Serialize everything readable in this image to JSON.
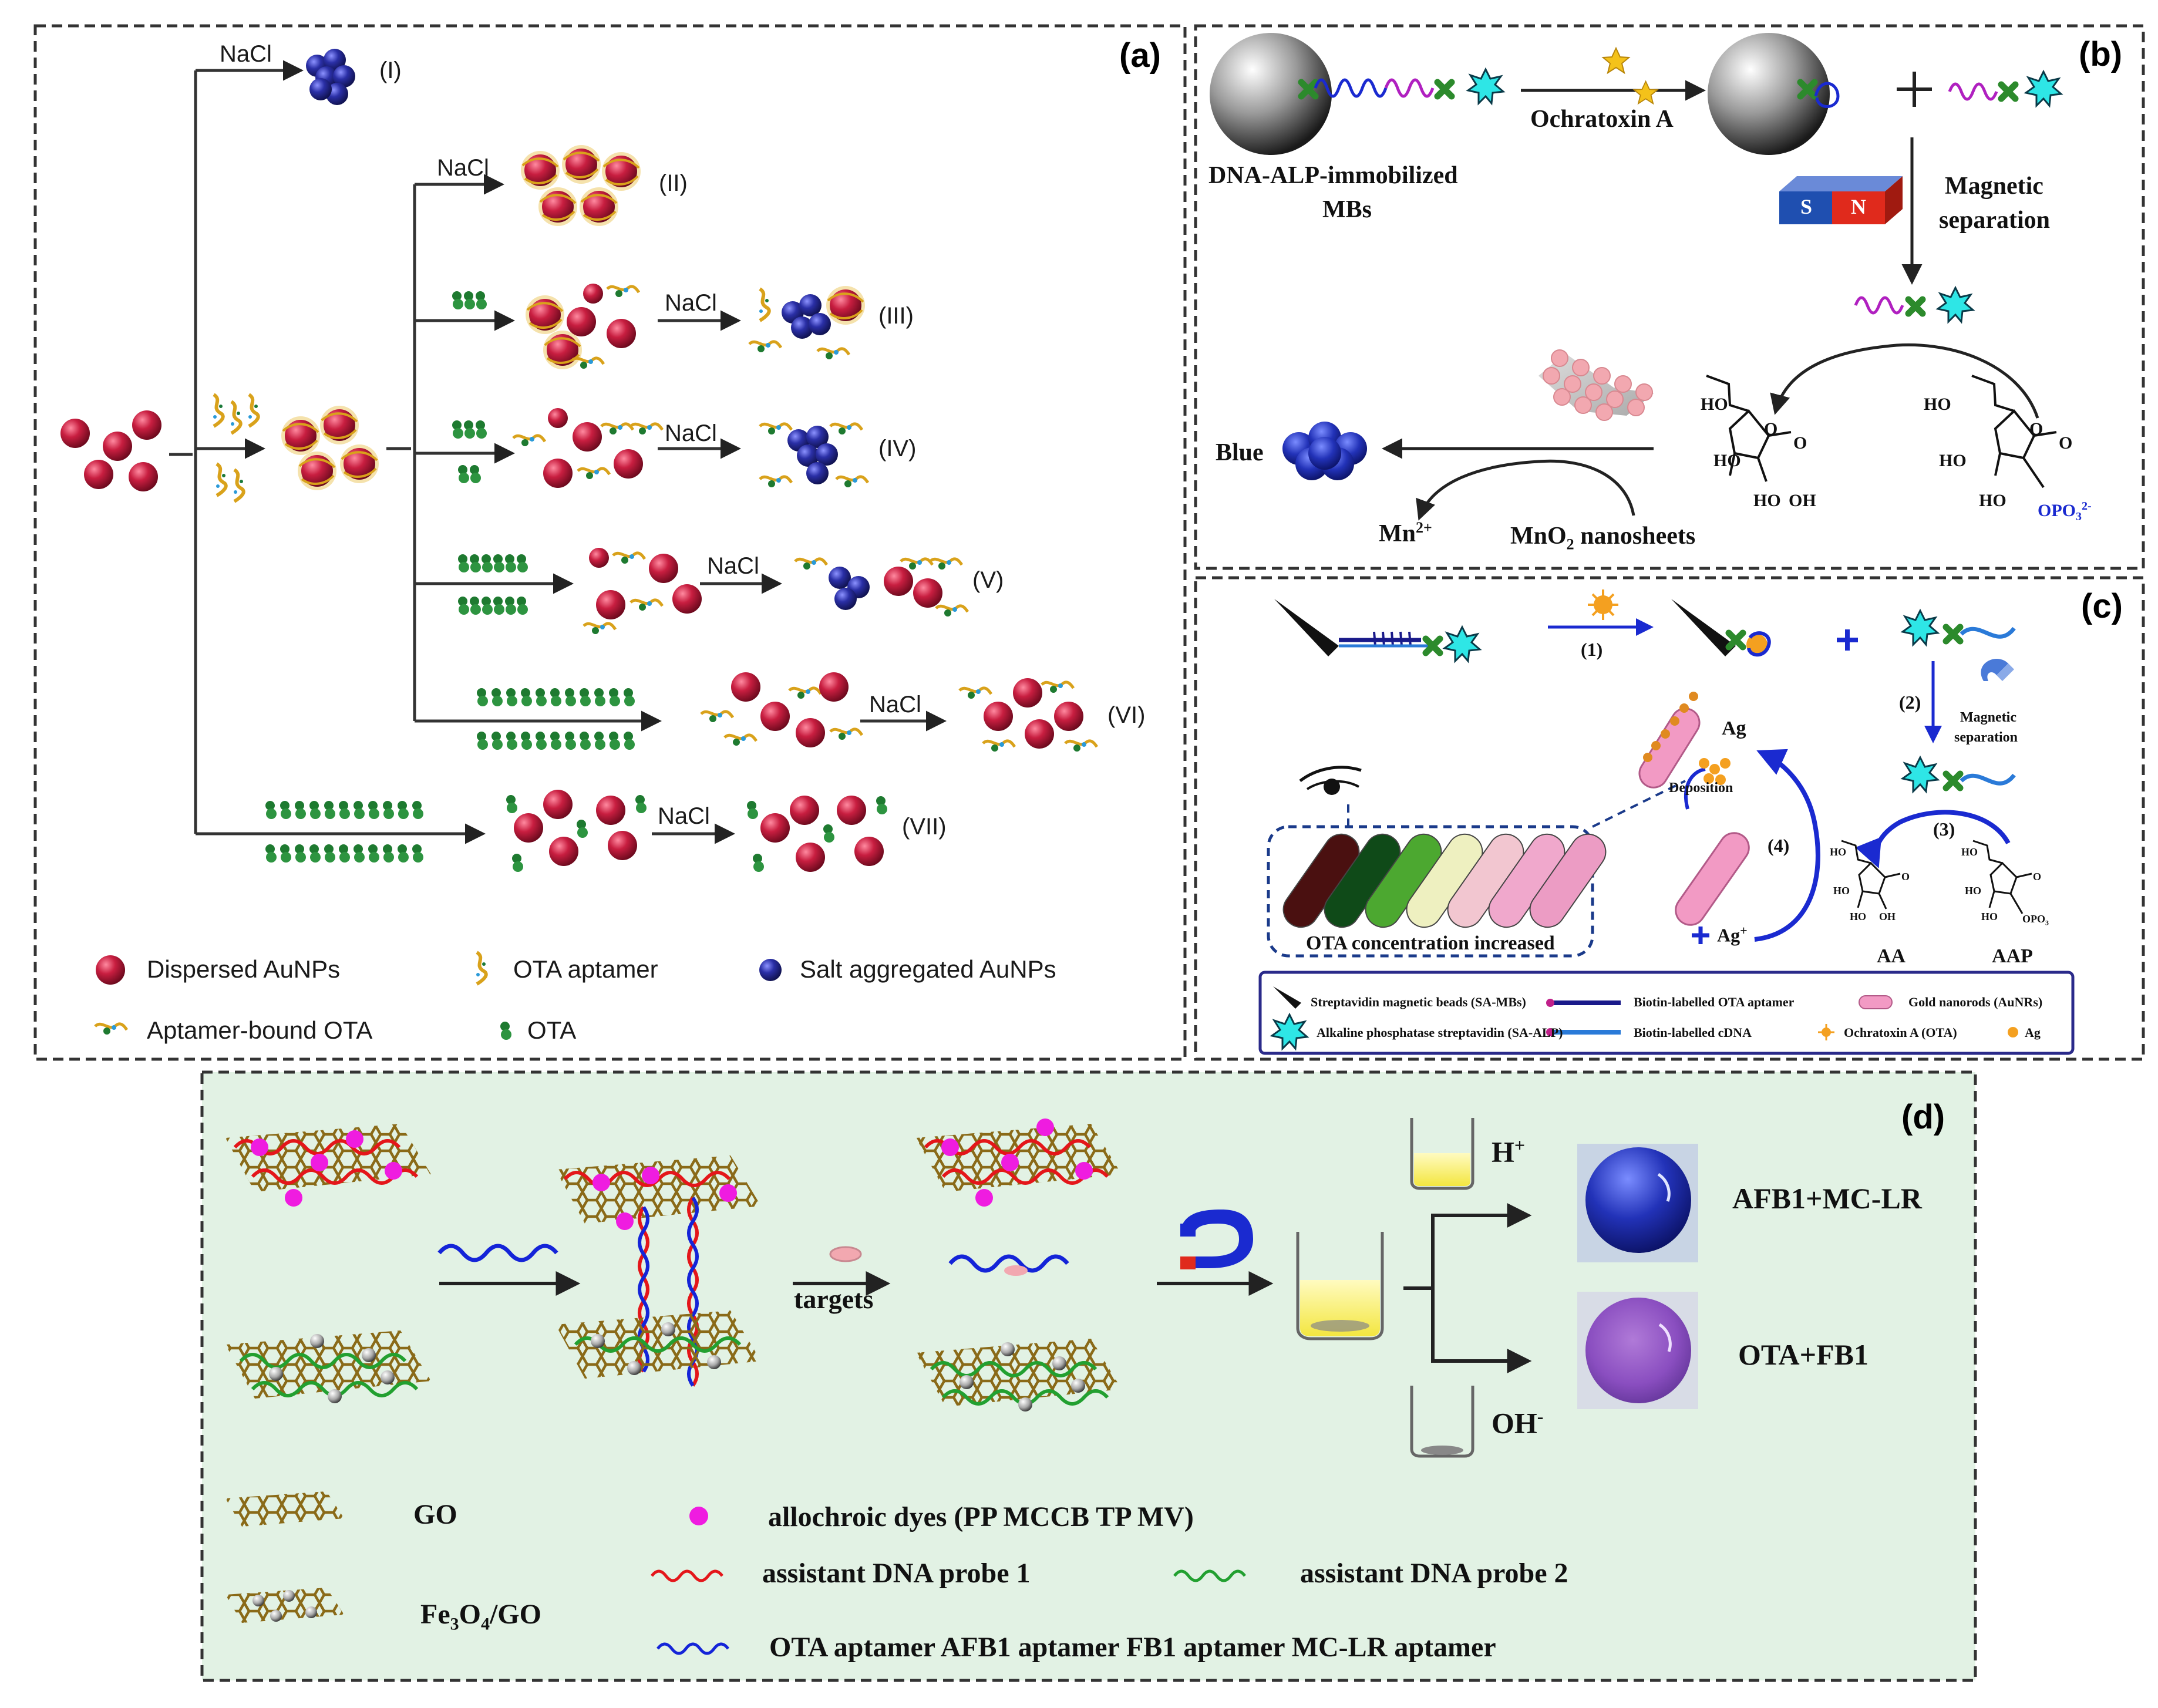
{
  "panel_labels": {
    "a": "(a)",
    "b": "(b)",
    "c": "(c)",
    "d": "(d)"
  },
  "panel_a": {
    "nacl": "NaCl",
    "roman": [
      "(I)",
      "(II)",
      "(III)",
      "(IV)",
      "(V)",
      "(VI)",
      "(VII)"
    ],
    "legend": {
      "dispersed": "Dispersed AuNPs",
      "aptamer": "OTA aptamer",
      "salt": "Salt aggregated AuNPs",
      "bound": "Aptamer-bound OTA",
      "ota": "OTA"
    }
  },
  "panel_b": {
    "mbs_line1": "DNA-ALP-immobilized",
    "mbs_line2": "MBs",
    "ochratoxin": "Ochratoxin A",
    "magnet_s": "S",
    "magnet_n": "N",
    "magnetic_line1": "Magnetic",
    "magnetic_line2": "separation",
    "blue": "Blue",
    "mn": "Mn",
    "mn_sup": "2+",
    "mno2_a": "MnO",
    "mno2_sub": "2",
    "mno2_b": " nanosheets",
    "ho": "HO",
    "oh": "OH",
    "o": "O",
    "opo3": "OPO",
    "opo3_sub": "3",
    "opo3_sup": "2-"
  },
  "panel_c": {
    "step1": "(1)",
    "step2": "(2)",
    "step3": "(3)",
    "step4": "(4)",
    "magnetic_line1": "Magnetic",
    "magnetic_line2": "separation",
    "ag": "Ag",
    "deposition": "Deposition",
    "ag_plus": "Ag",
    "ag_plus_sup": "+",
    "ota_increase": "OTA concentration increased",
    "aa": "AA",
    "aap": "AAP",
    "legend": {
      "sa_mbs": "Streptavidin magnetic beads (SA-MBs)",
      "sa_alp": "Alkaline phosphatase streptavidin (SA-ALP)",
      "biotin_aptamer": "Biotin-labelled OTA aptamer",
      "biotin_cdna": "Biotin-labelled cDNA",
      "aunrs": "Gold nanorods (AuNRs)",
      "ota": "Ochratoxin A (OTA)",
      "ag": "Ag"
    },
    "rod_colors": [
      "#4a1010",
      "#0f4a18",
      "#4ca830",
      "#eef0c0",
      "#f2c6d0",
      "#f0a8cc",
      "#ec9cc4"
    ]
  },
  "panel_d": {
    "targets": "targets",
    "h_plus": "H",
    "h_plus_sup": "+",
    "oh_minus": "OH",
    "oh_minus_sup": "-",
    "result1": "AFB1+MC-LR",
    "result2": "OTA+FB1",
    "legend": {
      "go": "GO",
      "fe3o4_a": "Fe",
      "fe3o4_sub1": "3",
      "fe3o4_b": "O",
      "fe3o4_sub2": "4",
      "fe3o4_c": "/GO",
      "dyes": "allochroic dyes (PP MCCB TP MV)",
      "probe1": "assistant DNA probe 1",
      "probe2": "assistant DNA probe 2",
      "aptamers": "OTA aptamer AFB1 aptamer FB1 aptamer MC-LR aptamer"
    }
  },
  "colors": {
    "panel_d_bg": "#e2f2e4",
    "aunp_red": "#c0203e",
    "aunp_blue": "#262c9a",
    "go_brown": "#8a6a18",
    "dye_magenta": "#ef1ce0",
    "dna_red": "#e4161a",
    "dna_green": "#22a030",
    "dna_blue": "#1424d8",
    "arrow_blue": "#1a2ad0"
  }
}
